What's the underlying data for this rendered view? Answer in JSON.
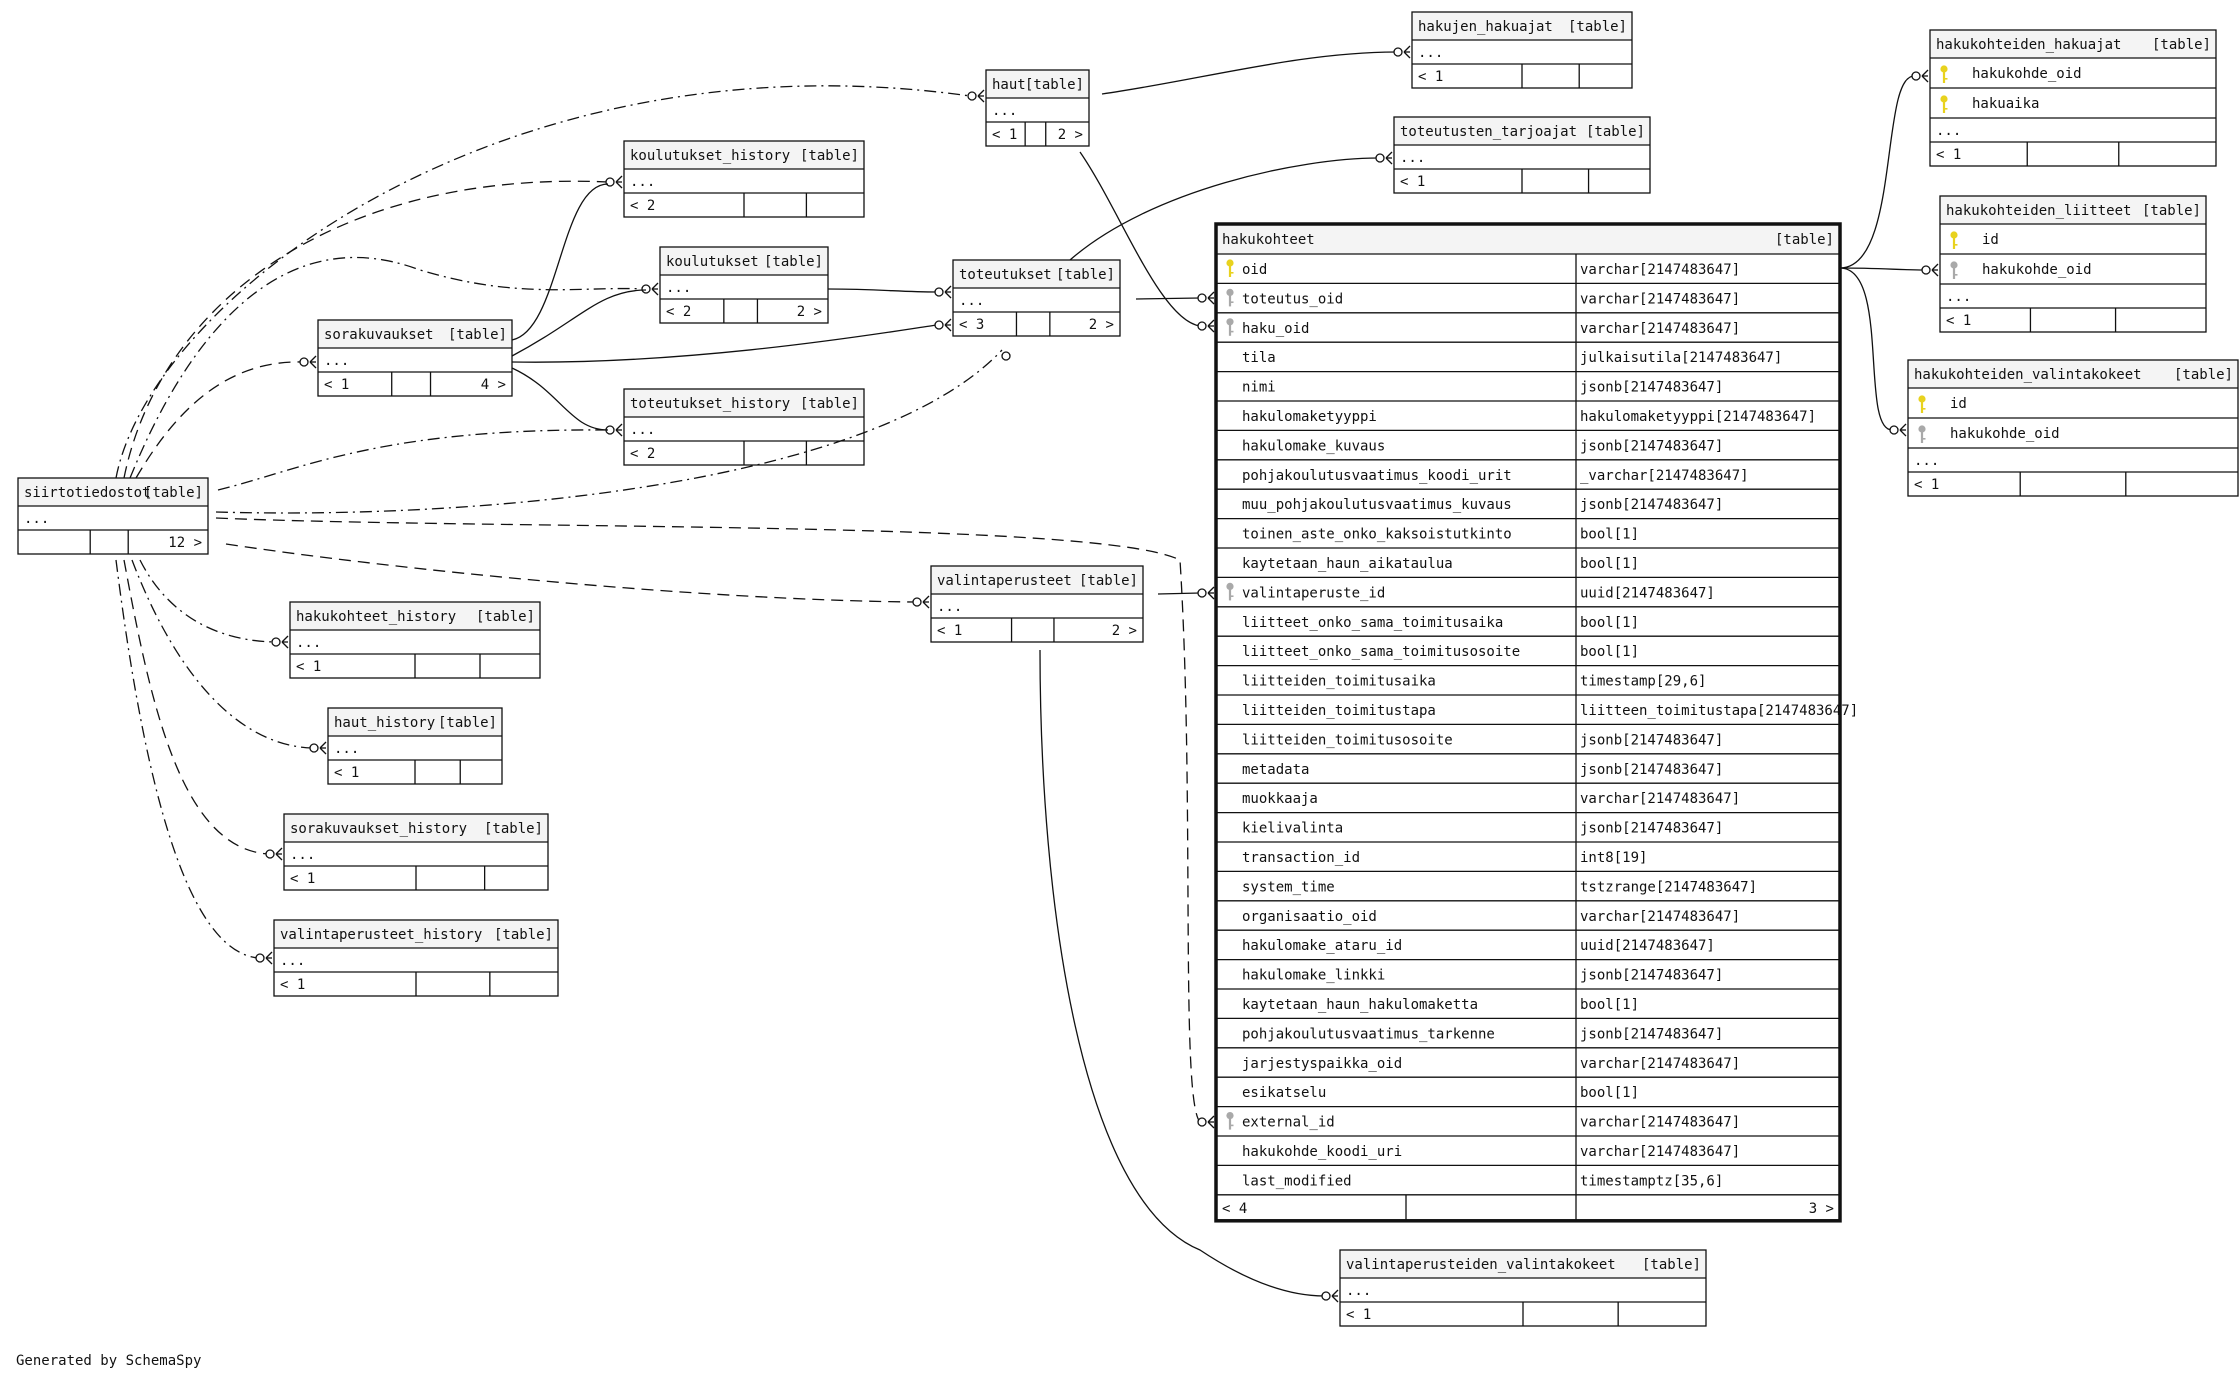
{
  "footer": "Generated by SchemaSpy",
  "tables": {
    "siirtotiedostot": {
      "name": "siirtotiedostot",
      "tag": "[table]",
      "ellipsis": "...",
      "left": "",
      "right": "12 >"
    },
    "haut": {
      "name": "haut",
      "tag": "[table]",
      "ellipsis": "...",
      "left": "< 1",
      "right": "2 >"
    },
    "hakujen_hakuajat": {
      "name": "hakujen_hakuajat",
      "tag": "[table]",
      "ellipsis": "...",
      "left": "< 1",
      "right": ""
    },
    "koulutukset_history": {
      "name": "koulutukset_history",
      "tag": "[table]",
      "ellipsis": "...",
      "left": "< 2",
      "right": ""
    },
    "koulutukset": {
      "name": "koulutukset",
      "tag": "[table]",
      "ellipsis": "...",
      "left": "< 2",
      "right": "2 >"
    },
    "sorakuvaukset": {
      "name": "sorakuvaukset",
      "tag": "[table]",
      "ellipsis": "...",
      "left": "< 1",
      "right": "4 >"
    },
    "toteutukset": {
      "name": "toteutukset",
      "tag": "[table]",
      "ellipsis": "...",
      "left": "< 3",
      "right": "2 >"
    },
    "toteutusten_tarjoajat": {
      "name": "toteutusten_tarjoajat",
      "tag": "[table]",
      "ellipsis": "...",
      "left": "< 1",
      "right": ""
    },
    "toteutukset_history": {
      "name": "toteutukset_history",
      "tag": "[table]",
      "ellipsis": "...",
      "left": "< 2",
      "right": ""
    },
    "hakukohteet_history": {
      "name": "hakukohteet_history",
      "tag": "[table]",
      "ellipsis": "...",
      "left": "< 1",
      "right": ""
    },
    "haut_history": {
      "name": "haut_history",
      "tag": "[table]",
      "ellipsis": "...",
      "left": "< 1",
      "right": ""
    },
    "sorakuvaukset_history": {
      "name": "sorakuvaukset_history",
      "tag": "[table]",
      "ellipsis": "...",
      "left": "< 1",
      "right": ""
    },
    "valintaperusteet_history": {
      "name": "valintaperusteet_history",
      "tag": "[table]",
      "ellipsis": "...",
      "left": "< 1",
      "right": ""
    },
    "valintaperusteet": {
      "name": "valintaperusteet",
      "tag": "[table]",
      "ellipsis": "...",
      "left": "< 1",
      "right": "2 >"
    },
    "valintaperusteiden_valintakokeet": {
      "name": "valintaperusteiden_valintakokeet",
      "tag": "[table]",
      "ellipsis": "...",
      "left": "< 1",
      "right": ""
    },
    "hakukohteiden_hakuajat": {
      "name": "hakukohteiden_hakuajat",
      "tag": "[table]",
      "cols": [
        {
          "name": "hakukohde_oid",
          "key": "pk"
        },
        {
          "name": "hakuaika",
          "key": "pk"
        }
      ],
      "ellipsis": "...",
      "left": "< 1",
      "right": ""
    },
    "hakukohteiden_liitteet": {
      "name": "hakukohteiden_liitteet",
      "tag": "[table]",
      "cols": [
        {
          "name": "id",
          "key": "pk"
        },
        {
          "name": "hakukohde_oid",
          "key": "fk"
        }
      ],
      "ellipsis": "...",
      "left": "< 1",
      "right": ""
    },
    "hakukohteiden_valintakokeet": {
      "name": "hakukohteiden_valintakokeet",
      "tag": "[table]",
      "cols": [
        {
          "name": "id",
          "key": "pk"
        },
        {
          "name": "hakukohde_oid",
          "key": "fk"
        }
      ],
      "ellipsis": "...",
      "left": "< 1",
      "right": ""
    }
  },
  "main_table": {
    "name": "hakukohteet",
    "tag": "[table]",
    "left": "< 4",
    "right": "3 >",
    "columns": [
      {
        "name": "oid",
        "type": "varchar[2147483647]",
        "key": "pk"
      },
      {
        "name": "toteutus_oid",
        "type": "varchar[2147483647]",
        "key": "fk"
      },
      {
        "name": "haku_oid",
        "type": "varchar[2147483647]",
        "key": "fk"
      },
      {
        "name": "tila",
        "type": "julkaisutila[2147483647]",
        "key": ""
      },
      {
        "name": "nimi",
        "type": "jsonb[2147483647]",
        "key": ""
      },
      {
        "name": "hakulomaketyyppi",
        "type": "hakulomaketyyppi[2147483647]",
        "key": ""
      },
      {
        "name": "hakulomake_kuvaus",
        "type": "jsonb[2147483647]",
        "key": ""
      },
      {
        "name": "pohjakoulutusvaatimus_koodi_urit",
        "type": "_varchar[2147483647]",
        "key": ""
      },
      {
        "name": "muu_pohjakoulutusvaatimus_kuvaus",
        "type": "jsonb[2147483647]",
        "key": ""
      },
      {
        "name": "toinen_aste_onko_kaksoistutkinto",
        "type": "bool[1]",
        "key": ""
      },
      {
        "name": "kaytetaan_haun_aikataulua",
        "type": "bool[1]",
        "key": ""
      },
      {
        "name": "valintaperuste_id",
        "type": "uuid[2147483647]",
        "key": "fk"
      },
      {
        "name": "liitteet_onko_sama_toimitusaika",
        "type": "bool[1]",
        "key": ""
      },
      {
        "name": "liitteet_onko_sama_toimitusosoite",
        "type": "bool[1]",
        "key": ""
      },
      {
        "name": "liitteiden_toimitusaika",
        "type": "timestamp[29,6]",
        "key": ""
      },
      {
        "name": "liitteiden_toimitustapa",
        "type": "liitteen_toimitustapa[2147483647]",
        "key": ""
      },
      {
        "name": "liitteiden_toimitusosoite",
        "type": "jsonb[2147483647]",
        "key": ""
      },
      {
        "name": "metadata",
        "type": "jsonb[2147483647]",
        "key": ""
      },
      {
        "name": "muokkaaja",
        "type": "varchar[2147483647]",
        "key": ""
      },
      {
        "name": "kielivalinta",
        "type": "jsonb[2147483647]",
        "key": ""
      },
      {
        "name": "transaction_id",
        "type": "int8[19]",
        "key": ""
      },
      {
        "name": "system_time",
        "type": "tstzrange[2147483647]",
        "key": ""
      },
      {
        "name": "organisaatio_oid",
        "type": "varchar[2147483647]",
        "key": ""
      },
      {
        "name": "hakulomake_ataru_id",
        "type": "uuid[2147483647]",
        "key": ""
      },
      {
        "name": "hakulomake_linkki",
        "type": "jsonb[2147483647]",
        "key": ""
      },
      {
        "name": "kaytetaan_haun_hakulomaketta",
        "type": "bool[1]",
        "key": ""
      },
      {
        "name": "pohjakoulutusvaatimus_tarkenne",
        "type": "jsonb[2147483647]",
        "key": ""
      },
      {
        "name": "jarjestyspaikka_oid",
        "type": "varchar[2147483647]",
        "key": ""
      },
      {
        "name": "esikatselu",
        "type": "bool[1]",
        "key": ""
      },
      {
        "name": "external_id",
        "type": "varchar[2147483647]",
        "key": "fk"
      },
      {
        "name": "hakukohde_koodi_uri",
        "type": "varchar[2147483647]",
        "key": ""
      },
      {
        "name": "last_modified",
        "type": "timestamptz[35,6]",
        "key": ""
      }
    ]
  },
  "colors": {
    "line": "#111111",
    "header_bg": "#f4f4f4",
    "pk_key": "#e8d21e",
    "fk_key": "#a9a9a9"
  }
}
